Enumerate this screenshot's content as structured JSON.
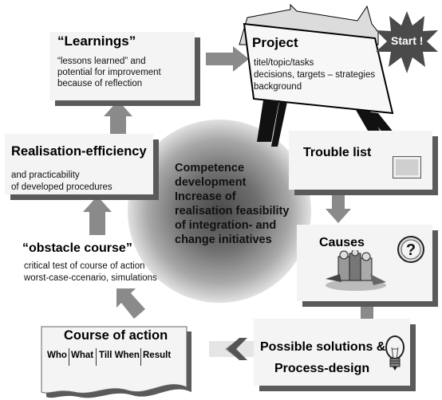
{
  "start": {
    "label": "Start !"
  },
  "project": {
    "title": "Project",
    "lines": [
      "titel/topic/tasks",
      "decisions, targets – strategies",
      "background"
    ]
  },
  "learnings": {
    "title": "“Learnings”",
    "lines": [
      "“lessons learned” and",
      "potential for improvement",
      "because of reflection"
    ]
  },
  "realisation": {
    "title": "Realisation-efficiency",
    "lines": [
      "and practicability",
      "of developed procedures"
    ]
  },
  "center": {
    "lines": [
      "Competence",
      "development",
      "Increase of",
      "realisation feasibility",
      "of integration- and",
      "change initiatives"
    ]
  },
  "trouble": {
    "title": "Trouble list"
  },
  "causes": {
    "title": "Causes"
  },
  "obstacle": {
    "title": "“obstacle course”",
    "lines": [
      "critical test of course of action",
      "worst-case-ccenario, simulations"
    ]
  },
  "course": {
    "title": "Course of action",
    "columns": [
      "Who",
      "What",
      "Till When",
      "Result"
    ]
  },
  "solutions": {
    "lines": [
      "Possible solutions &",
      "Process-design"
    ]
  },
  "icons": [
    "starburst-icon",
    "project-board-icon",
    "list-box-icon",
    "question-mark-icon",
    "people-cluster-icon",
    "lightbulb-icon",
    "cycle-arrow-icon"
  ],
  "colors": {
    "box": "#f4f4f4",
    "shadow": "#5a5a5a",
    "arrow": "#8a8a8a"
  }
}
